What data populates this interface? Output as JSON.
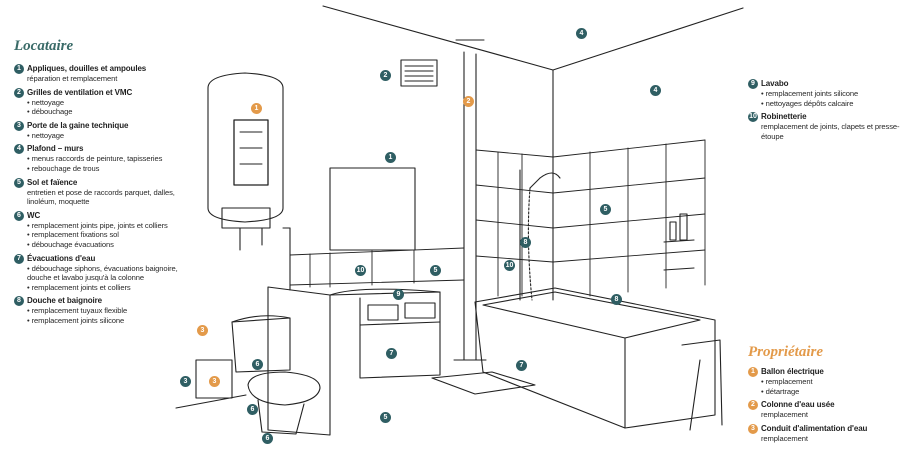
{
  "locataire": {
    "title": "Locataire",
    "items": [
      {
        "num": "1",
        "title": "Appliques, douilles et ampoules",
        "desc": [
          "réparation et remplacement"
        ],
        "bulleted": false
      },
      {
        "num": "2",
        "title": "Grilles de ventilation et VMC",
        "desc": [
          "nettoyage",
          "débouchage"
        ],
        "bulleted": true
      },
      {
        "num": "3",
        "title": "Porte de la gaine technique",
        "desc": [
          "nettoyage"
        ],
        "bulleted": true
      },
      {
        "num": "4",
        "title": "Plafond – murs",
        "desc": [
          "menus raccords de peinture, tapisseries",
          "rebouchage de trous"
        ],
        "bulleted": true
      },
      {
        "num": "5",
        "title": "Sol et faïence",
        "desc": [
          "entretien et pose de raccords parquet, dalles, linoléum, moquette"
        ],
        "bulleted": false
      },
      {
        "num": "6",
        "title": "WC",
        "desc": [
          "remplacement joints pipe, joints et colliers",
          "remplacement fixations sol",
          "débouchage évacuations"
        ],
        "bulleted": true
      },
      {
        "num": "7",
        "title": "Évacuations d'eau",
        "desc": [
          "débouchage siphons, évacuations baignoire, douche et lavabo jusqu'à la colonne",
          "remplacement joints et colliers"
        ],
        "bulleted": true
      },
      {
        "num": "8",
        "title": "Douche et baignoire",
        "desc": [
          "remplacement tuyaux flexible",
          "remplacement joints silicone"
        ],
        "bulleted": true
      }
    ]
  },
  "locataire_right": {
    "items": [
      {
        "num": "9",
        "title": "Lavabo",
        "desc": [
          "remplacement joints silicone",
          "nettoyages dépôts calcaire"
        ],
        "bulleted": true
      },
      {
        "num": "10",
        "title": "Robinetterie",
        "desc": [
          "remplacement de joints, clapets et presse-étoupe"
        ],
        "bulleted": false
      }
    ]
  },
  "proprietaire": {
    "title": "Propriétaire",
    "items": [
      {
        "num": "1",
        "title": "Ballon électrique",
        "desc": [
          "remplacement",
          "détartrage"
        ],
        "bulleted": true
      },
      {
        "num": "2",
        "title": "Colonne d'eau usée",
        "desc": [
          "remplacement"
        ],
        "bulleted": false
      },
      {
        "num": "3",
        "title": "Conduit d'alimentation d'eau",
        "desc": [
          "remplacement"
        ],
        "bulleted": false
      }
    ]
  },
  "markers": [
    {
      "label": "1",
      "type": "orange"
    },
    {
      "label": "2",
      "type": "orange"
    },
    {
      "label": "3",
      "type": "orange"
    },
    {
      "label": "3",
      "type": "orange"
    },
    {
      "label": "1",
      "type": "teal"
    },
    {
      "label": "2",
      "type": "teal"
    },
    {
      "label": "3",
      "type": "teal"
    },
    {
      "label": "4",
      "type": "teal"
    },
    {
      "label": "4",
      "type": "teal"
    },
    {
      "label": "5",
      "type": "teal"
    },
    {
      "label": "5",
      "type": "teal"
    },
    {
      "label": "5",
      "type": "teal"
    },
    {
      "label": "6",
      "type": "teal"
    },
    {
      "label": "6",
      "type": "teal"
    },
    {
      "label": "6",
      "type": "teal"
    },
    {
      "label": "7",
      "type": "teal"
    },
    {
      "label": "7",
      "type": "teal"
    },
    {
      "label": "8",
      "type": "teal"
    },
    {
      "label": "8",
      "type": "teal"
    },
    {
      "label": "9",
      "type": "teal"
    },
    {
      "label": "10",
      "type": "teal"
    },
    {
      "label": "10",
      "type": "teal"
    }
  ],
  "colors": {
    "teal": "#2f5e63",
    "orange": "#e39a4a",
    "title_teal": "#3a6b68"
  }
}
